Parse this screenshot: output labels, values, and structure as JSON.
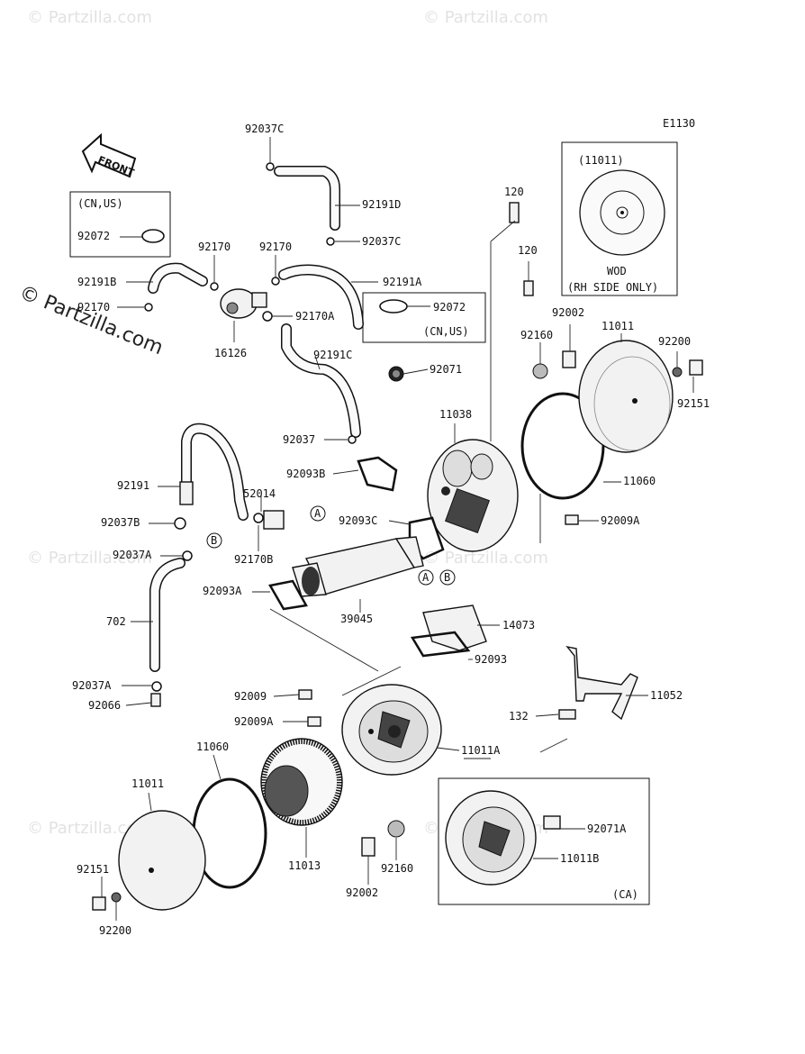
{
  "diagram_code": "E1130",
  "front_label": "FRONT",
  "watermark": "© Partzilla.com",
  "insets": {
    "wod": {
      "part": "(11011)",
      "caption_1": "WOD",
      "caption_2": "(RH SIDE ONLY)"
    },
    "cn_us_top": {
      "label": "(CN,US)",
      "part": "92072"
    },
    "cn_us_mid": {
      "part": "92072",
      "label": "(CN,US)"
    },
    "ca": {
      "label": "(CA)"
    }
  },
  "markers": {
    "a": "A",
    "b": "B"
  },
  "parts": {
    "p92037C_top": "92037C",
    "p92191D": "92191D",
    "p92037C_mid": "92037C",
    "p92170_l": "92170",
    "p92170_r": "92170",
    "p92191B": "92191B",
    "p92191A": "92191A",
    "p92170_left": "92170",
    "p92170A": "92170A",
    "p16126": "16126",
    "p92191C": "92191C",
    "p92071": "92071",
    "p92037": "92037",
    "p120_a": "120",
    "p120_b": "120",
    "p92002_top": "92002",
    "p11011_top": "11011",
    "p92200_top": "92200",
    "p92160_top": "92160",
    "p92151_top": "92151",
    "p11038": "11038",
    "p92093B": "92093B",
    "p11060_top": "11060",
    "p92191": "92191",
    "p52014": "52014",
    "p92037B": "92037B",
    "p92170B": "92170B",
    "p92093C": "92093C",
    "p92009A_top": "92009A",
    "p92037A_top": "92037A",
    "p92093A": "92093A",
    "p39045": "39045",
    "p14073": "14073",
    "p702": "702",
    "p92093": "92093",
    "p92037A_bot": "92037A",
    "p92066": "92066",
    "p92009": "92009",
    "p11052": "11052",
    "p132": "132",
    "p92009A_bot": "92009A",
    "p11011A": "11011A",
    "p11060_bot": "11060",
    "p11011_bot": "11011",
    "p92071A": "92071A",
    "p11011B": "11011B",
    "p11013": "11013",
    "p92160_bot": "92160",
    "p92151_bot": "92151",
    "p92002_bot": "92002",
    "p92200_bot": "92200"
  }
}
